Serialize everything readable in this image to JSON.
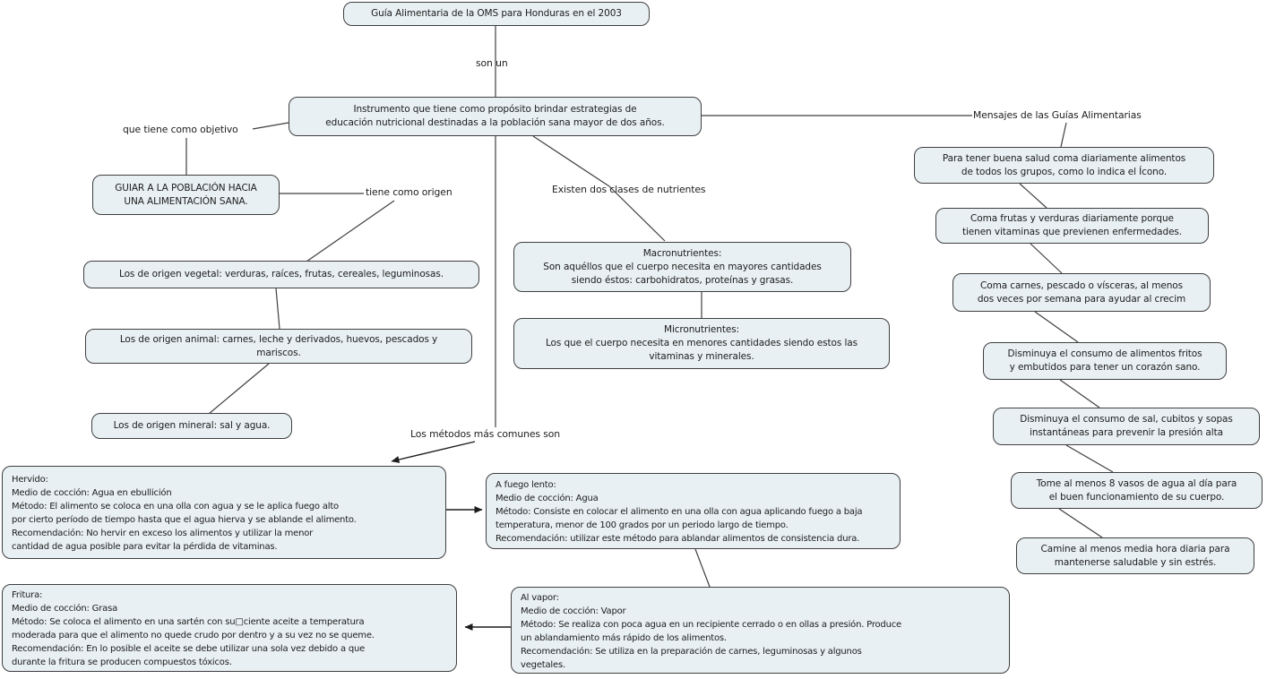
{
  "diagram": {
    "title": "Guía Alimentaria de la OMS para Honduras en el 2003",
    "colors": {
      "node_fill": "#e8f0f3",
      "node_border": "#3f3f3f",
      "connector": "#3f3f3f",
      "text": "#1c1c1c",
      "background": "#ffffff"
    },
    "nodes": {
      "root": {
        "text": "Guía Alimentaria de la OMS para Honduras en el 2003"
      },
      "instrumento": {
        "text": "Instrumento que tiene como propósito brindar estrategias de\neducación nutricional destinadas a la población sana mayor de dos años."
      },
      "guiar": {
        "text": "GUIAR A LA POBLACIÓN HACIA\nUNA ALIMENTACIÓN SANA."
      },
      "origen_vegetal": {
        "text": "Los de origen vegetal: verduras, raíces, frutas, cereales, leguminosas."
      },
      "origen_animal": {
        "text": "Los de origen animal: carnes, leche y derivados, huevos, pescados y\nmariscos."
      },
      "origen_mineral": {
        "text": "Los de origen mineral: sal y agua."
      },
      "macronutrientes": {
        "text": "Macronutrientes:\nSon aquéllos que el cuerpo necesita en mayores cantidades\nsiendo éstos: carbohidratos, proteínas y grasas."
      },
      "micronutrientes": {
        "text": "Micronutrientes:\nLos que el cuerpo necesita en menores cantidades siendo estos las\nvitaminas y minerales."
      },
      "msg_icono": {
        "text": "Para tener buena salud coma diariamente alimentos\nde todos los grupos, como lo indica el Ícono."
      },
      "msg_frutas": {
        "text": "Coma frutas y verduras diariamente porque\ntienen vitaminas que previenen enfermedades."
      },
      "msg_carnes": {
        "text": "Coma carnes, pescado o vísceras, al menos\ndos veces por semana para ayudar al crecim"
      },
      "msg_fritos": {
        "text": "Disminuya el consumo de alimentos fritos\ny embutidos para tener un corazón sano."
      },
      "msg_sal": {
        "text": "Disminuya el consumo de sal, cubitos y sopas\ninstantáneas para prevenir la presión alta"
      },
      "msg_agua": {
        "text": "Tome al menos 8 vasos de agua al día para\nel buen funcionamiento de su cuerpo."
      },
      "msg_caminar": {
        "text": "Camine al menos media hora diaria para\nmantenerse saludable y sin estrés."
      },
      "hervido": {
        "text": "Hervido:\nMedio de cocción: Agua en ebullición\nMétodo: El alimento se coloca en una olla con agua y se le aplica fuego alto\npor cierto período de tiempo hasta que el agua hierva y se ablande el alimento.\nRecomendación: No hervir en exceso los alimentos y utilizar la menor\ncantidad de agua posible para evitar la pérdida de vitaminas."
      },
      "fuego_lento": {
        "text": "A fuego lento:\nMedio de cocción: Agua\nMétodo: Consiste en colocar el alimento en una olla con agua aplicando fuego a baja\ntemperatura, menor de 100 grados por un periodo largo de tiempo.\nRecomendación: utilizar este método para ablandar alimentos de consistencia dura."
      },
      "fritura": {
        "text": "Fritura:\nMedio de cocción: Grasa\nMétodo: Se coloca el alimento en una sartén con su□ciente aceite a temperatura\nmoderada para que el alimento no quede crudo por dentro y a su vez no se queme.\nRecomendación: En lo posible el aceite se debe utilizar una sola vez debido a que\ndurante la fritura se producen compuestos tóxicos."
      },
      "al_vapor": {
        "text": "Al vapor:\nMedio de cocción: Vapor\nMétodo: Se realiza con poca agua en un recipiente cerrado o en ollas a presión. Produce\nun ablandamiento más rápido de los alimentos.\nRecomendación: Se utiliza en la preparación de carnes, leguminosas y algunos\nvegetales."
      }
    },
    "linking_phrases": {
      "son_un": "son un",
      "objetivo": "que tiene como objetivo",
      "origen": "tiene como origen",
      "nutrientes": "Existen dos clases de nutrientes",
      "metodos": "Los métodos más comunes son",
      "mensajes": "Mensajes de las Guías Alimentarias"
    }
  }
}
